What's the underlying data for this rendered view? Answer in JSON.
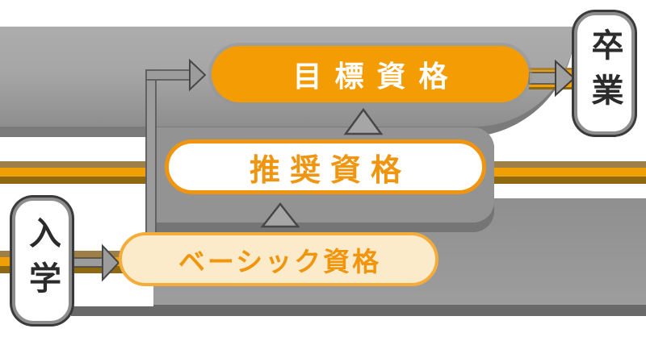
{
  "diagram": {
    "title_hint": "qualification progression steps",
    "levels": [
      {
        "id": "target",
        "label": "目標資格",
        "fill": "#F39C04",
        "text_color": "#FFFFFF",
        "border": "none"
      },
      {
        "id": "recommended",
        "label": "推奨資格",
        "fill": "#FFFFFF",
        "text_color": "#F0950F",
        "border": "#F0950F"
      },
      {
        "id": "basic",
        "label": "ベーシック資格",
        "fill": "#FBEBCB",
        "text_color": "#F0950C",
        "border": "#F4AC3A"
      }
    ],
    "endpoints": [
      {
        "id": "entry",
        "label": "入学"
      },
      {
        "id": "graduation",
        "label": "卒業"
      }
    ],
    "colors": {
      "accent_orange": "#F0A005",
      "stripe_tan": "#9E7F4A",
      "stripe_brown": "#8F6812",
      "band_gray_light": "#A6A6A6",
      "band_gray_mid": "#939393",
      "band_gray_dark": "#7B7B7B",
      "arrow_gray": "#9C9C9C",
      "box_border_gray": "#8D8D8D",
      "box_text_dark": "#2B2B2B"
    }
  }
}
